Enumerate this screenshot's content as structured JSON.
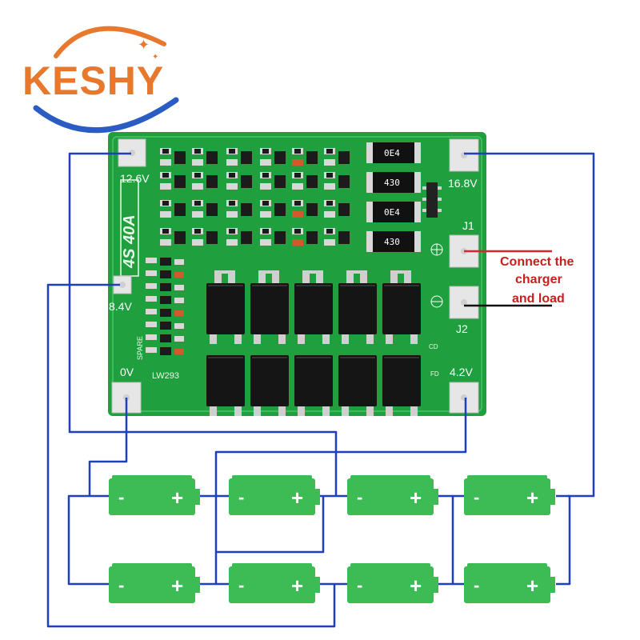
{
  "logo": {
    "brand": "KESHY"
  },
  "board": {
    "model_text": "4S 40A",
    "spare_label": "SPARE",
    "chip_label": "LW293",
    "cd_label": "CD",
    "fd_label": "FD",
    "resistor_codes": [
      "0E4",
      "430",
      "0E4",
      "430"
    ],
    "pads": {
      "v12_6": "12.6V",
      "v8_4": "8.4V",
      "v0": "0V",
      "v16_8": "16.8V",
      "v4_2": "4.2V",
      "j1": "J1",
      "j2": "J2"
    }
  },
  "annotation": {
    "line1": "Connect the",
    "line2": "charger",
    "line3": "and load"
  },
  "battery": {
    "minus": "-",
    "plus": "+"
  },
  "colors": {
    "pcb_green": "#1f9f3e",
    "battery_green": "#3dbb55",
    "wire_blue": "#1f3fbf",
    "wire_red": "#d8262d",
    "logo_orange": "#e7782c",
    "logo_blue": "#2a5cc4"
  }
}
